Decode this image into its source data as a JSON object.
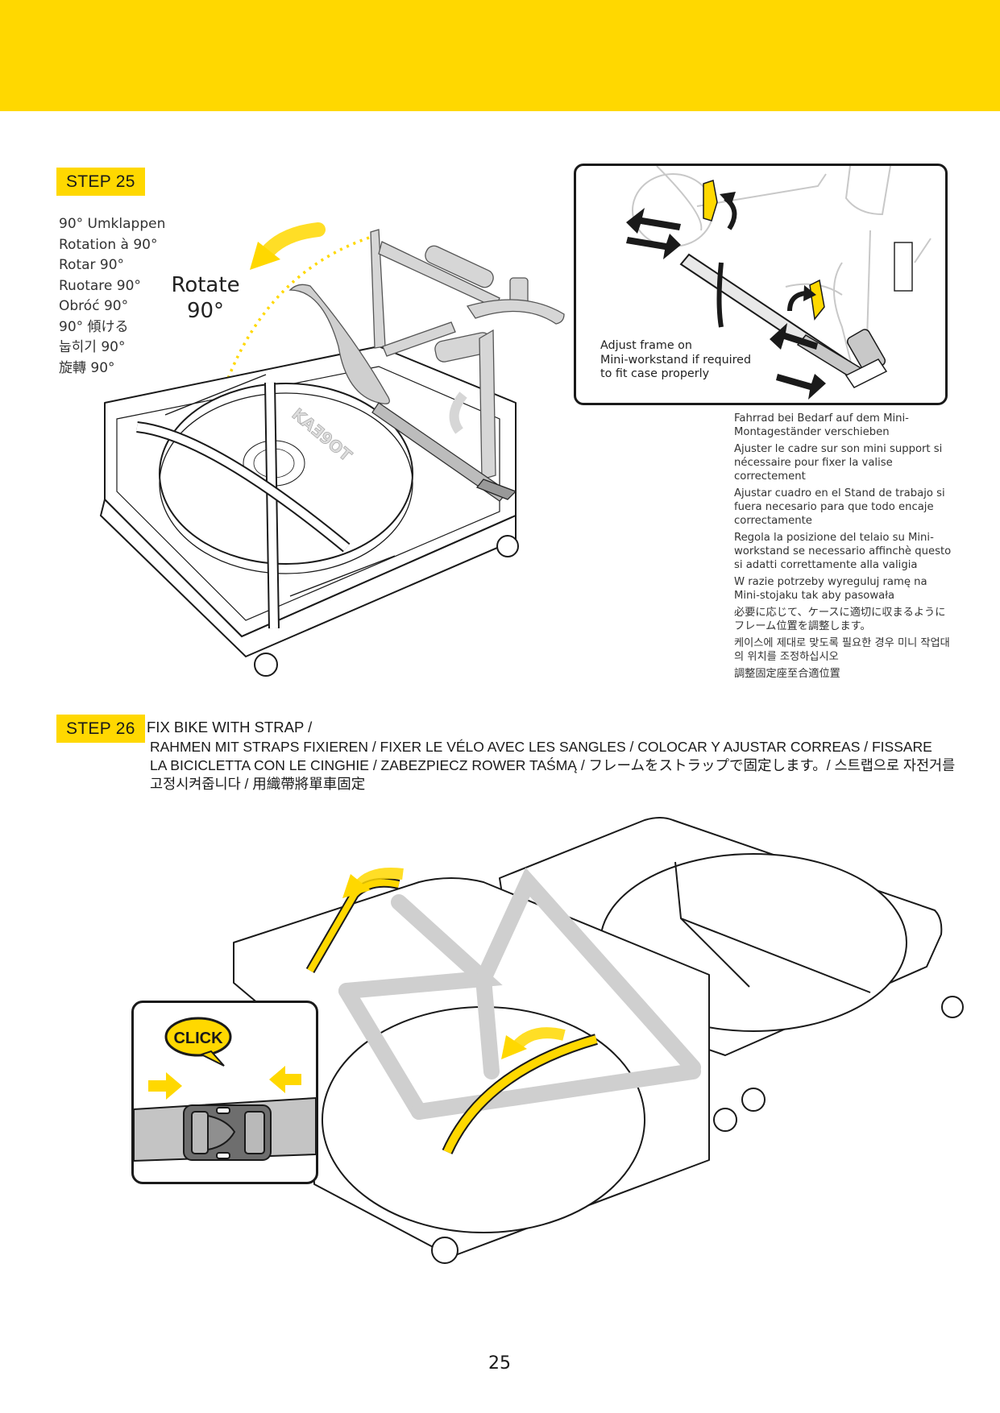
{
  "page": {
    "number": "25",
    "accent_color": "#ffd800"
  },
  "step25": {
    "badge": "STEP 25",
    "rotate_label_line1": "Rotate",
    "rotate_label_line2": "90°",
    "translations": [
      "90° Umklappen",
      "Rotation à 90°",
      "Rotar 90°",
      "Ruotare 90°",
      "Obróć  90°",
      "90° 傾ける",
      "눕히기 90°",
      "旋轉 90°"
    ],
    "inset_caption": [
      "Adjust frame on",
      "Mini-workstand if required",
      "to fit case properly"
    ],
    "instructions": [
      "Fahrrad bei Bedarf auf dem Mini-Montageständer verschieben",
      "Ajuster le cadre sur son mini support si nécessaire pour fixer la valise correctement",
      "Ajustar cuadro en el Stand de trabajo si fuera necesario para que todo encaje correctamente",
      "Regola la posizione del telaio su Mini-workstand se necessario affinchè questo si adatti correttamente alla valigia",
      "W razie potrzeby wyreguluj ramę na Mini-stojaku tak aby pasowała",
      "必要に応じて、ケースに適切に収まるようにフレーム位置を調整します。",
      "케이스에 제대로 맞도록 필요한 경우 미니 작업대의 위치를 조정하십시오",
      "調整固定座至合適位置"
    ],
    "case_logo": "TOPEAK"
  },
  "step26": {
    "badge": "STEP 26",
    "title": "FIX BIKE WITH STRAP /",
    "subtitle_lines": [
      "RAHMEN MIT STRAPS FIXIEREN / FIXER LE VÉLO AVEC LES SANGLES / COLOCAR Y AJUSTAR CORREAS / FISSARE",
      "LA BICICLETTA CON LE CINGHIE / ZABEZPIECZ ROWER TAŚMĄ / フレームをストラップで固定します。/ 스트랩으로 자전거를",
      "고정시켜줍니다 / 用織帶將單車固定"
    ],
    "click_label": "CLICK"
  }
}
